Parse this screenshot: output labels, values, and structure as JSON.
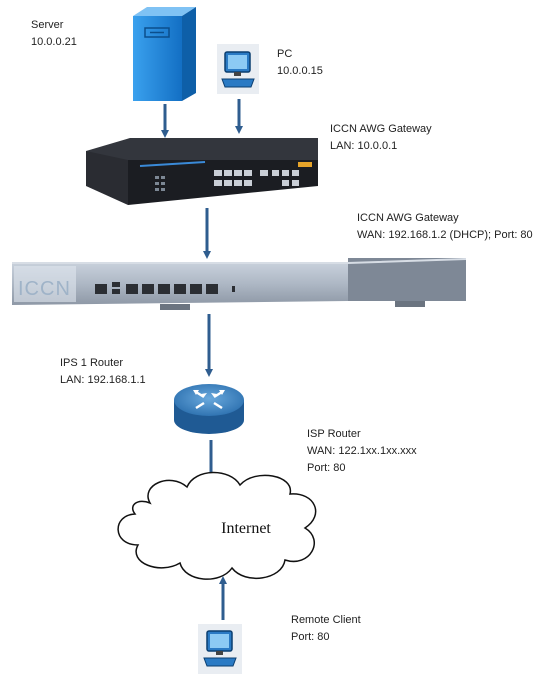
{
  "nodes": {
    "server": {
      "title": "Server",
      "detail": "10.0.0.21"
    },
    "pc": {
      "title": "PC",
      "detail": "10.0.0.15"
    },
    "gateway_lan": {
      "title": "ICCN AWG Gateway",
      "detail": "LAN: 10.0.0.1"
    },
    "gateway_wan": {
      "title": "ICCN AWG Gateway",
      "detail": "WAN: 192.168.1.2 (DHCP); Port: 80"
    },
    "ips_router": {
      "title": "IPS 1 Router",
      "detail": "LAN: 192.168.1.1"
    },
    "isp_router": {
      "title": "ISP Router",
      "detail1": "WAN: 122.1xx.1xx.xxx",
      "detail2": "Port: 80"
    },
    "internet": {
      "label": "Internet"
    },
    "remote_client": {
      "title": "Remote Client",
      "detail": "Port: 80"
    }
  },
  "appliance_logo": "ICCN",
  "icons": {
    "server": "server-tower-icon",
    "pc": "desktop-computer-icon",
    "switch": "network-switch-icon",
    "appliance": "rack-appliance-icon",
    "router": "router-icon",
    "cloud": "cloud-icon",
    "client": "desktop-computer-icon"
  },
  "colors": {
    "arrow": "#2f5d8f",
    "server_blue": "#1a7fd6",
    "router_blue": "#2b6fae",
    "switch_body": "#1b1d22",
    "appliance_body": "#9aa5b3"
  }
}
